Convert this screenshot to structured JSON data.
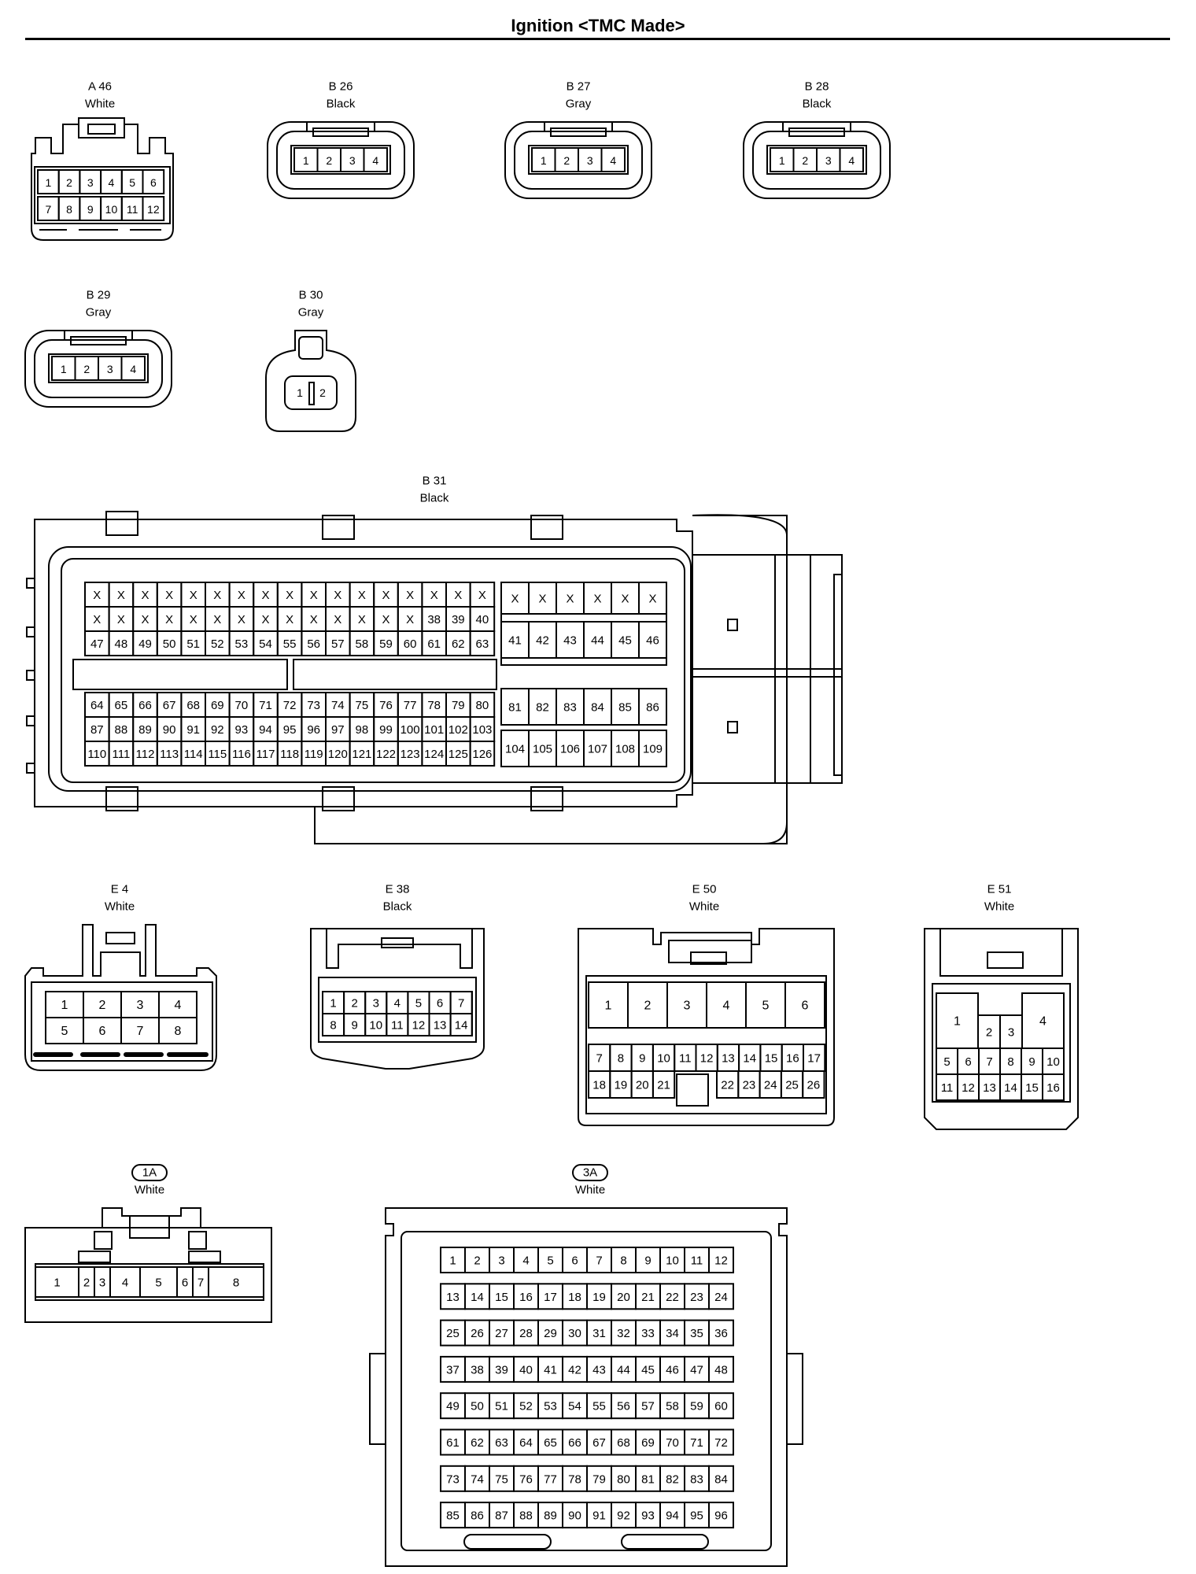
{
  "header": {
    "title": "Ignition <TMC Made>"
  },
  "connectors": [
    {
      "id": "A 46",
      "color": "White",
      "rows": [
        [
          "1",
          "2",
          "3",
          "4",
          "5",
          "6"
        ],
        [
          "7",
          "8",
          "9",
          "10",
          "11",
          "12"
        ]
      ]
    },
    {
      "id": "B 26",
      "color": "Black",
      "rows": [
        [
          "1",
          "2",
          "3",
          "4"
        ]
      ]
    },
    {
      "id": "B 27",
      "color": "Gray",
      "rows": [
        [
          "1",
          "2",
          "3",
          "4"
        ]
      ]
    },
    {
      "id": "B 28",
      "color": "Black",
      "rows": [
        [
          "1",
          "2",
          "3",
          "4"
        ]
      ]
    },
    {
      "id": "B 29",
      "color": "Gray",
      "rows": [
        [
          "1",
          "2",
          "3",
          "4"
        ]
      ]
    },
    {
      "id": "B 30",
      "color": "Gray",
      "rows": [
        [
          "1",
          "2"
        ]
      ]
    },
    {
      "id": "B 31",
      "color": "Black",
      "rows": [
        [
          "X",
          "X",
          "X",
          "X",
          "X",
          "X",
          "X",
          "X",
          "X",
          "X",
          "X",
          "X",
          "X",
          "X",
          "X",
          "X",
          "X"
        ],
        [
          "X",
          "X",
          "X",
          "X",
          "X",
          "X",
          "X",
          "X",
          "X",
          "X",
          "X",
          "X",
          "X",
          "X",
          "38",
          "39",
          "40"
        ],
        [
          "47",
          "48",
          "49",
          "50",
          "51",
          "52",
          "53",
          "54",
          "55",
          "56",
          "57",
          "58",
          "59",
          "60",
          "61",
          "62",
          "63"
        ],
        [
          "64",
          "65",
          "66",
          "67",
          "68",
          "69",
          "70",
          "71",
          "72",
          "73",
          "74",
          "75",
          "76",
          "77",
          "78",
          "79",
          "80"
        ],
        [
          "87",
          "88",
          "89",
          "90",
          "91",
          "92",
          "93",
          "94",
          "95",
          "96",
          "97",
          "98",
          "99",
          "100",
          "101",
          "102",
          "103"
        ],
        [
          "110",
          "111",
          "112",
          "113",
          "114",
          "115",
          "116",
          "117",
          "118",
          "119",
          "120",
          "121",
          "122",
          "123",
          "124",
          "125",
          "126"
        ]
      ],
      "side_rows": [
        [
          "X",
          "X",
          "X",
          "X",
          "X",
          "X"
        ],
        [
          "41",
          "42",
          "43",
          "44",
          "45",
          "46"
        ],
        [
          "81",
          "82",
          "83",
          "84",
          "85",
          "86"
        ],
        [
          "104",
          "105",
          "106",
          "107",
          "108",
          "109"
        ]
      ]
    },
    {
      "id": "E 4",
      "color": "White",
      "rows": [
        [
          "1",
          "2",
          "3",
          "4"
        ],
        [
          "5",
          "6",
          "7",
          "8"
        ]
      ]
    },
    {
      "id": "E 38",
      "color": "Black",
      "rows": [
        [
          "1",
          "2",
          "3",
          "4",
          "5",
          "6",
          "7"
        ],
        [
          "8",
          "9",
          "10",
          "11",
          "12",
          "13",
          "14"
        ]
      ]
    },
    {
      "id": "E 50",
      "color": "White",
      "rows": [
        [
          "1",
          "2",
          "3",
          "4",
          "5",
          "6"
        ],
        [
          "7",
          "8",
          "9",
          "10",
          "11",
          "12",
          "13",
          "14",
          "15",
          "16",
          "17"
        ],
        [
          "18",
          "19",
          "20",
          "21",
          "22",
          "23",
          "24",
          "25",
          "26"
        ]
      ]
    },
    {
      "id": "E 51",
      "color": "White",
      "rows": [
        [
          "1",
          "2",
          "3",
          "4"
        ],
        [
          "5",
          "6",
          "7",
          "8",
          "9",
          "10"
        ],
        [
          "11",
          "12",
          "13",
          "14",
          "15",
          "16"
        ]
      ]
    },
    {
      "id": "1A",
      "color": "White",
      "rows": [
        [
          "1",
          "2",
          "3",
          "4",
          "5",
          "6",
          "7",
          "8"
        ]
      ]
    },
    {
      "id": "3A",
      "color": "White",
      "rows": [
        [
          "1",
          "2",
          "3",
          "4",
          "5",
          "6",
          "7",
          "8",
          "9",
          "10",
          "11",
          "12"
        ],
        [
          "13",
          "14",
          "15",
          "16",
          "17",
          "18",
          "19",
          "20",
          "21",
          "22",
          "23",
          "24"
        ],
        [
          "25",
          "26",
          "27",
          "28",
          "29",
          "30",
          "31",
          "32",
          "33",
          "34",
          "35",
          "36"
        ],
        [
          "37",
          "38",
          "39",
          "40",
          "41",
          "42",
          "43",
          "44",
          "45",
          "46",
          "47",
          "48"
        ],
        [
          "49",
          "50",
          "51",
          "52",
          "53",
          "54",
          "55",
          "56",
          "57",
          "58",
          "59",
          "60"
        ],
        [
          "61",
          "62",
          "63",
          "64",
          "65",
          "66",
          "67",
          "68",
          "69",
          "70",
          "71",
          "72"
        ],
        [
          "73",
          "74",
          "75",
          "76",
          "77",
          "78",
          "79",
          "80",
          "81",
          "82",
          "83",
          "84"
        ],
        [
          "85",
          "86",
          "87",
          "88",
          "89",
          "90",
          "91",
          "92",
          "93",
          "94",
          "95",
          "96"
        ]
      ]
    }
  ]
}
